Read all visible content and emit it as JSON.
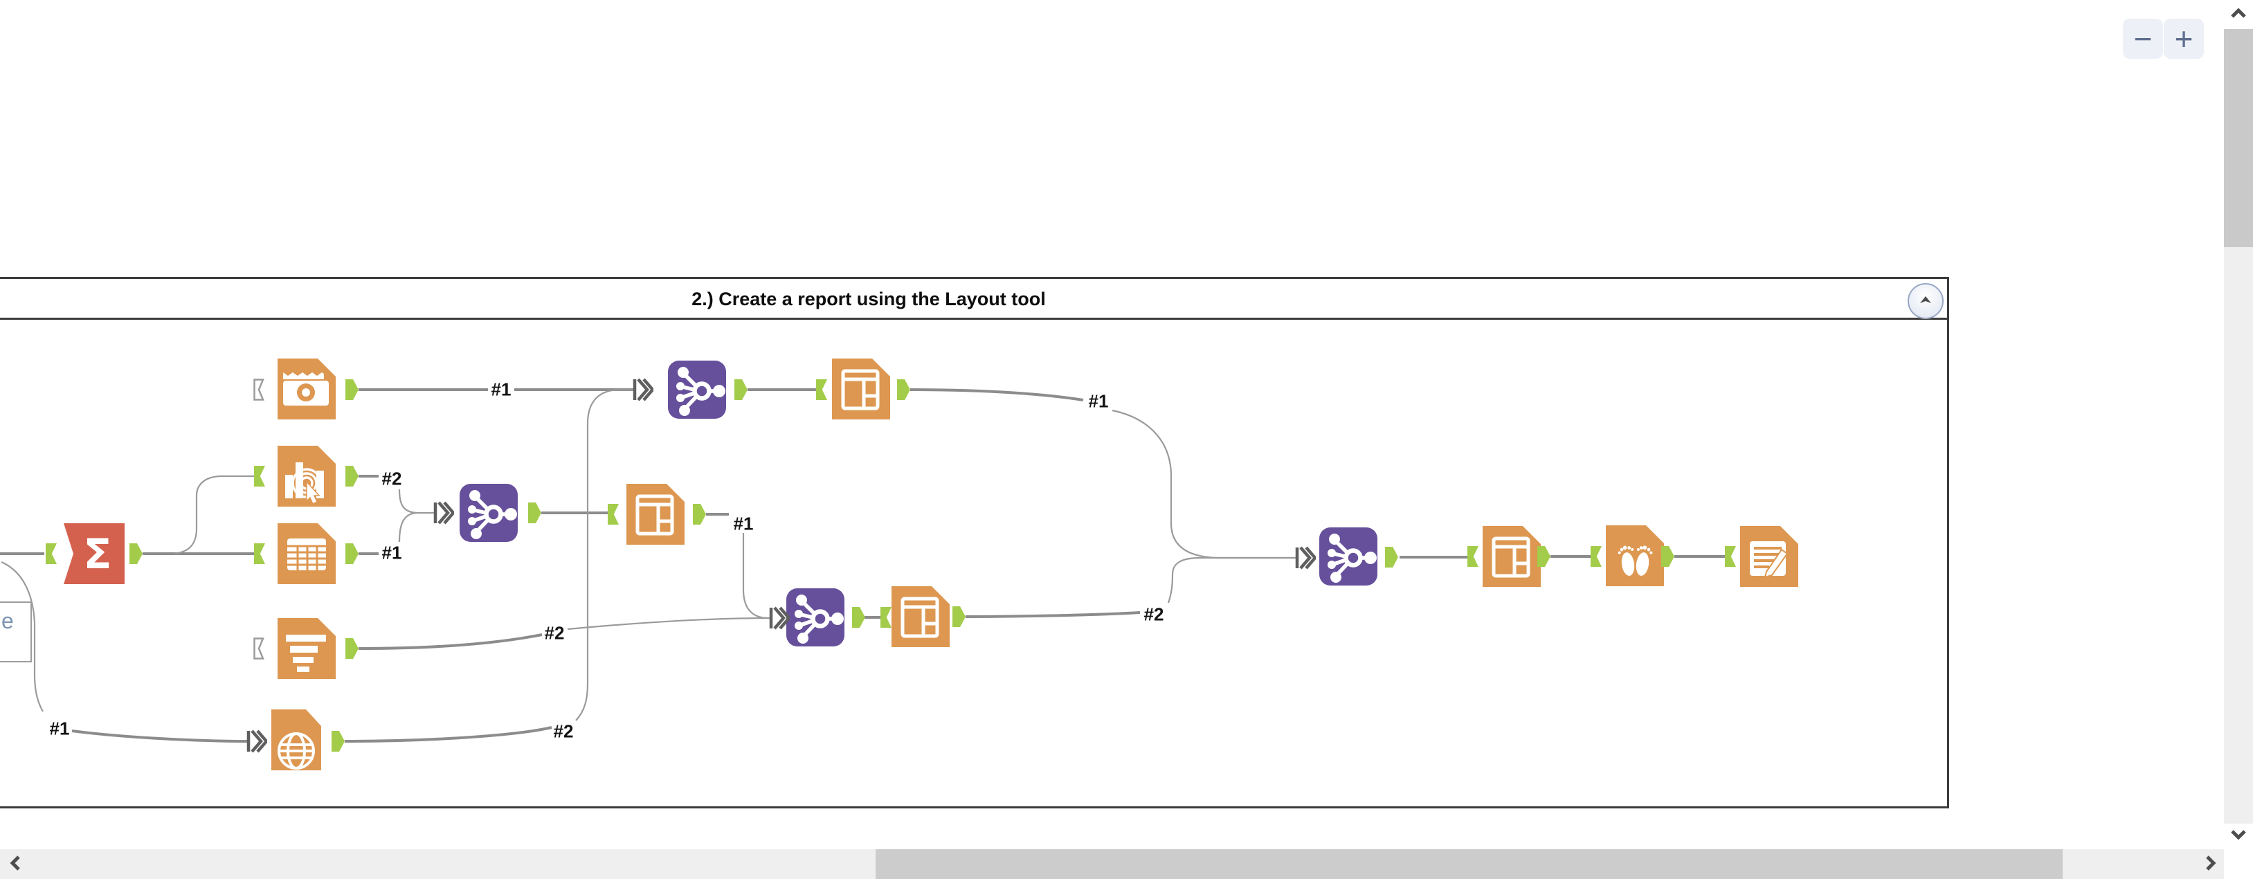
{
  "window": {
    "background": "#ffffff"
  },
  "zoom_controls": {
    "zoom_out_label": "−",
    "zoom_in_label": "+"
  },
  "container": {
    "title": "2.) Create a report using the Layout tool",
    "collapse_icon": "chevron-up-icon"
  },
  "annotation": {
    "text": "e"
  },
  "wire_labels": [
    {
      "text": "#1",
      "connection": "image-to-union-top"
    },
    {
      "text": "#2",
      "connection": "interactive-chart-to-union-mid"
    },
    {
      "text": "#1",
      "connection": "table-to-union-mid"
    },
    {
      "text": "#2",
      "connection": "report-text-to-union-low"
    },
    {
      "text": "#2",
      "connection": "report-map-to-union-top"
    },
    {
      "text": "#1",
      "connection": "incoming-to-report-map"
    },
    {
      "text": "#1",
      "connection": "layout-mid-to-union-low"
    },
    {
      "text": "#1",
      "connection": "layout-top-to-union-right"
    },
    {
      "text": "#2",
      "connection": "layout-low-to-union-right"
    }
  ],
  "tools": [
    {
      "name": "summarize-tool",
      "icon": "sigma-icon",
      "color": "#d4614e"
    },
    {
      "name": "image-tool",
      "icon": "camera-document-icon",
      "color": "#dd9750"
    },
    {
      "name": "interactive-chart-tool",
      "icon": "chart-document-icon",
      "color": "#dd9750"
    },
    {
      "name": "table-tool",
      "icon": "table-document-icon",
      "color": "#dd9750"
    },
    {
      "name": "report-text-tool",
      "icon": "text-document-icon",
      "color": "#dd9750"
    },
    {
      "name": "report-map-tool",
      "icon": "globe-document-icon",
      "color": "#dd9750"
    },
    {
      "name": "union-tool-mid",
      "icon": "union-nodes-icon",
      "color": "#66509b"
    },
    {
      "name": "layout-tool-mid",
      "icon": "layout-document-icon",
      "color": "#dd9750"
    },
    {
      "name": "union-tool-top",
      "icon": "union-nodes-icon",
      "color": "#66509b"
    },
    {
      "name": "layout-tool-top",
      "icon": "layout-document-icon",
      "color": "#dd9750"
    },
    {
      "name": "union-tool-low",
      "icon": "union-nodes-icon",
      "color": "#66509b"
    },
    {
      "name": "layout-tool-low",
      "icon": "layout-document-icon",
      "color": "#dd9750"
    },
    {
      "name": "union-tool-right",
      "icon": "union-nodes-icon",
      "color": "#66509b"
    },
    {
      "name": "layout-tool-right",
      "icon": "layout-document-icon",
      "color": "#dd9750"
    },
    {
      "name": "report-footer-tool",
      "icon": "footprints-icon",
      "color": "#dd9750"
    },
    {
      "name": "render-tool",
      "icon": "document-pencil-icon",
      "color": "#dd9750"
    }
  ],
  "colors": {
    "orange": "#dd9750",
    "purple": "#66509b",
    "red": "#d4614e",
    "anchor_green": "#a3cc4a",
    "wire": "#8c8c8c",
    "container_border": "#3b3b3b",
    "scroll_track": "#efefef",
    "scroll_thumb": "#c9c9c9"
  },
  "scrollbars": {
    "up": "chevron-up-icon",
    "down": "chevron-down-icon",
    "left": "chevron-left-icon",
    "right": "chevron-right-icon"
  }
}
